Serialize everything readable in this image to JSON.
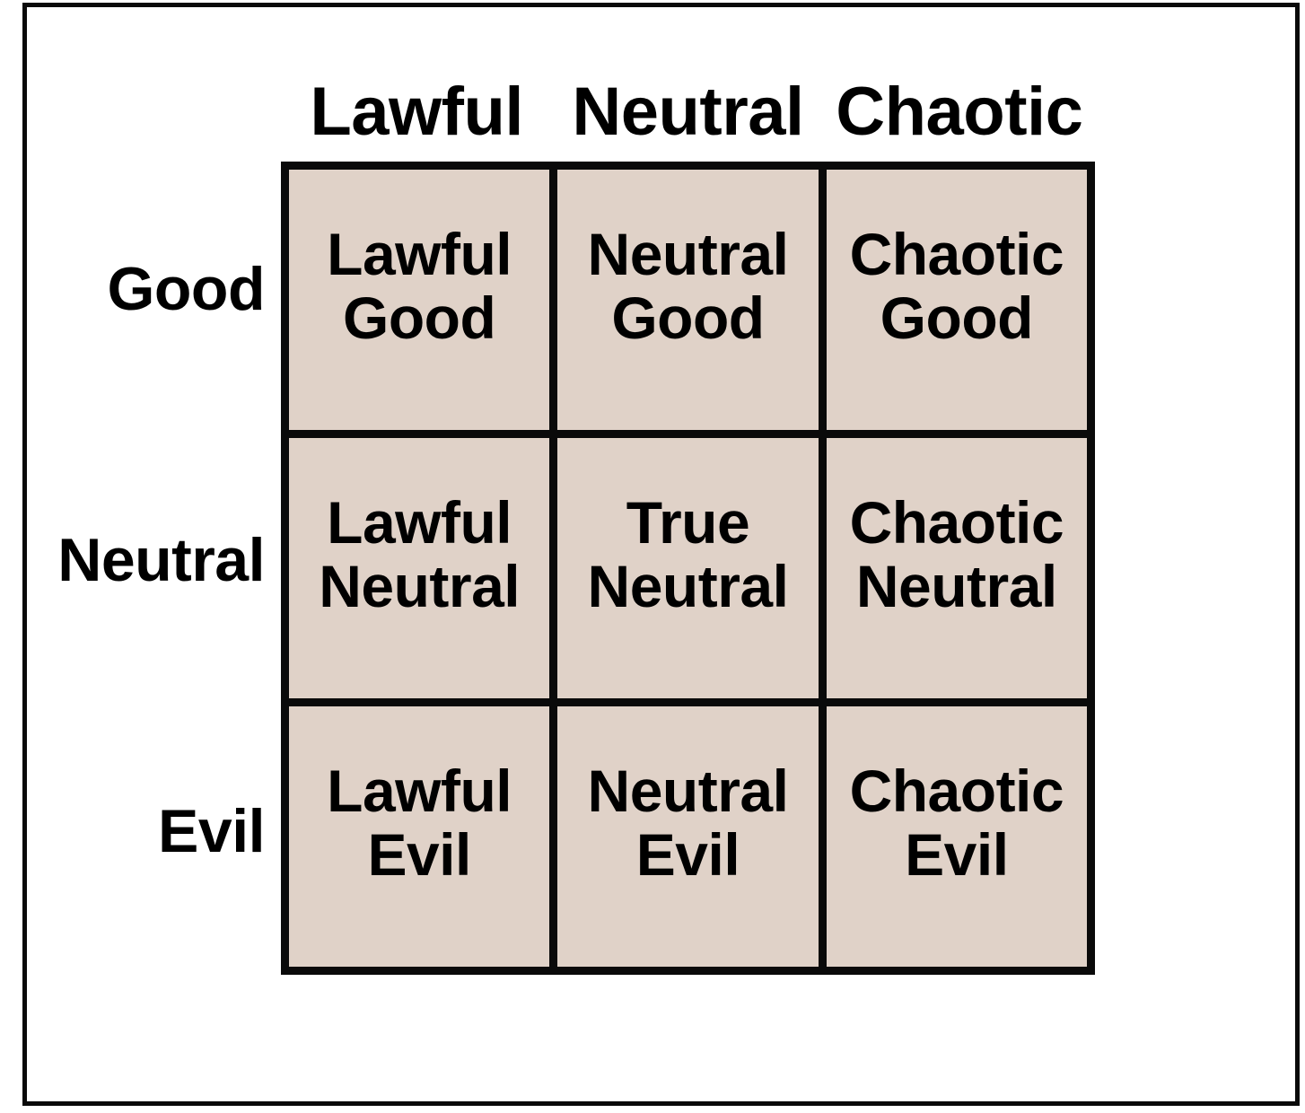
{
  "diagram": {
    "type": "matrix-3x3",
    "background_color": "#ffffff",
    "cell_fill_color": "#e0d2c8",
    "line_color": "#0a0a0a",
    "column_headers": [
      "Lawful",
      "Neutral",
      "Chaotic"
    ],
    "row_headers": [
      "Good",
      "Neutral",
      "Evil"
    ],
    "cells": [
      [
        {
          "line1": "Lawful",
          "line2": "Good"
        },
        {
          "line1": "Neutral",
          "line2": "Good"
        },
        {
          "line1": "Chaotic",
          "line2": "Good"
        }
      ],
      [
        {
          "line1": "Lawful",
          "line2": "Neutral"
        },
        {
          "line1": "True",
          "line2": "Neutral"
        },
        {
          "line1": "Chaotic",
          "line2": "Neutral"
        }
      ],
      [
        {
          "line1": "Lawful",
          "line2": "Evil"
        },
        {
          "line1": "Neutral",
          "line2": "Evil"
        },
        {
          "line1": "Chaotic",
          "line2": "Evil"
        }
      ]
    ]
  }
}
